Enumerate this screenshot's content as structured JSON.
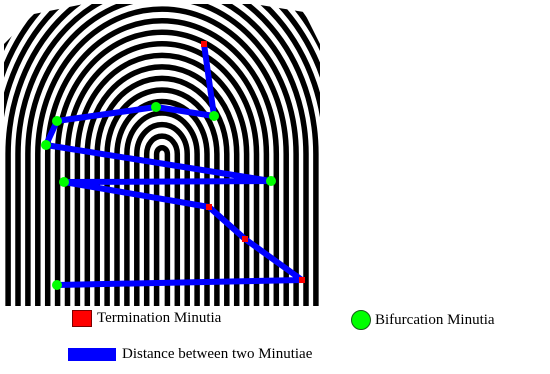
{
  "legend": {
    "termination": "Termination Minutia",
    "bifurcation": "Bifurcation Minutia",
    "distance": "Distance between two Minutiae"
  },
  "colors": {
    "termination": "#ff0000",
    "bifurcation": "#00ff00",
    "distance": "#0000ff",
    "ridge": "#000000",
    "valley": "#ffffff"
  }
}
